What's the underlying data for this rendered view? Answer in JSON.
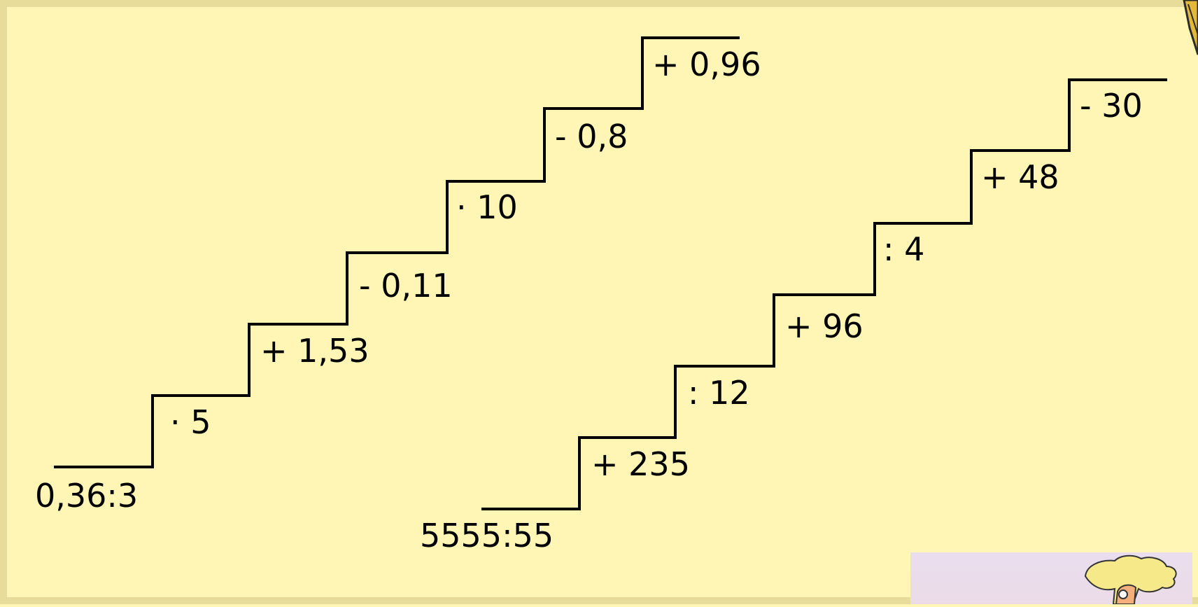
{
  "staircase_left": {
    "start": "0,36:3",
    "steps": [
      "· 5",
      "+ 1,53",
      "- 0,11",
      "· 10",
      "- 0,8",
      "+ 0,96"
    ]
  },
  "staircase_right": {
    "start": "5555:55",
    "steps": [
      "+ 235",
      ": 12",
      "+ 96",
      ": 4",
      "+ 48",
      "- 30"
    ]
  },
  "colors": {
    "background": "#fff6b6",
    "frame": "#e8dc9a",
    "line": "#000000"
  },
  "decorations": [
    "pencil-icon",
    "cartoon-character-icon"
  ]
}
